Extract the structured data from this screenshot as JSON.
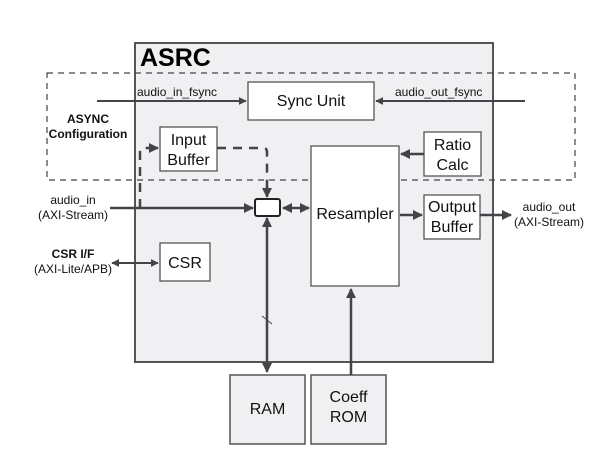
{
  "diagram": {
    "title": "ASRC",
    "blocks": {
      "sync_unit": "Sync Unit",
      "input_buffer": [
        "Input",
        "Buffer"
      ],
      "ratio_calc": [
        "Ratio",
        "Calc"
      ],
      "resampler": "Resampler",
      "output_buffer": [
        "Output",
        "Buffer"
      ],
      "csr": "CSR",
      "ram": "RAM",
      "coeff_rom": [
        "Coeff",
        "ROM"
      ]
    },
    "signals": {
      "audio_in_fsync": "audio_in_fsync",
      "audio_out_fsync": "audio_out_fsync",
      "audio_in": [
        "audio_in",
        "(AXI-Stream)"
      ],
      "audio_out": [
        "audio_out",
        "(AXI-Stream)"
      ],
      "csr_if": [
        "CSR I/F",
        "(AXI-Lite/APB)"
      ],
      "async_config": [
        "ASYNC",
        "Configuration"
      ]
    },
    "colors": {
      "asrc_fill": "#f0f0f2",
      "line": "#444448",
      "block_fill": "#ffffff"
    }
  }
}
